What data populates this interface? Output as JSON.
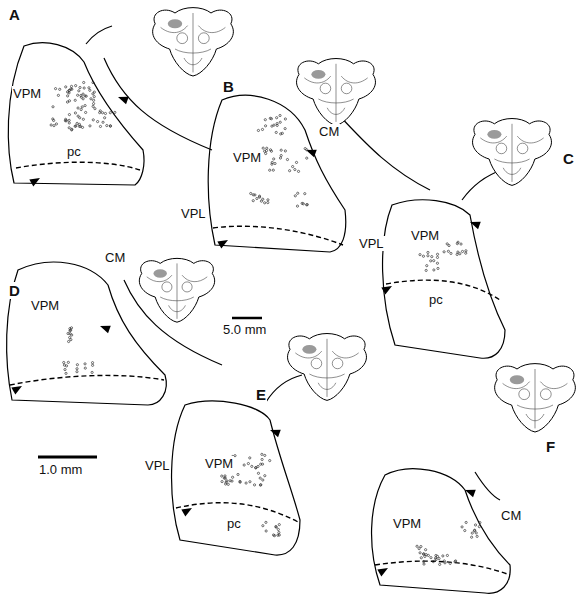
{
  "diagram": {
    "labels": [
      "A",
      "VPM",
      "pc",
      "B",
      "CM",
      "VPL",
      "VPM",
      "C",
      "VPL",
      "VPM",
      "pc",
      "D",
      "VPM",
      "CM",
      "5.0 mm",
      "E",
      "VPL",
      "VPM",
      "pc",
      "1.0 mm",
      "F",
      "CM",
      "VPM"
    ]
  }
}
